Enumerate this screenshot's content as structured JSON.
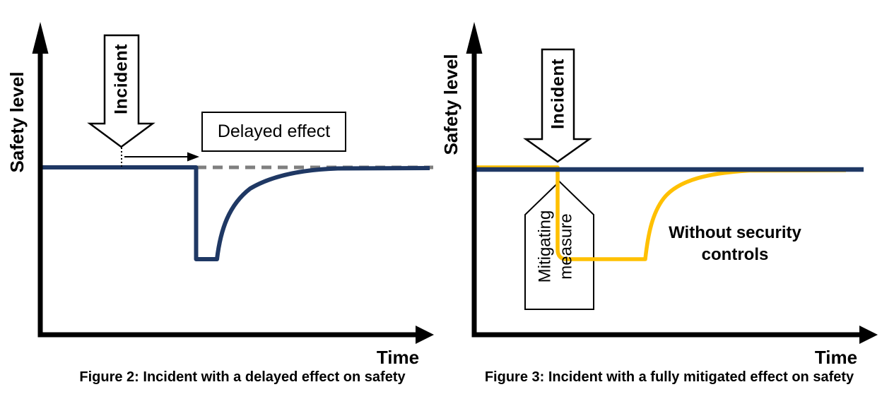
{
  "figures": {
    "fig2": {
      "y_axis_label": "Safety level",
      "x_axis_label": "Time",
      "incident_label": "Incident",
      "delayed_effect_label": "Delayed effect",
      "caption": "Figure 2: Incident with a delayed effect on safety"
    },
    "fig3": {
      "y_axis_label": "Safety level",
      "x_axis_label": "Time",
      "incident_label": "Incident",
      "mitigating_label": "Mitigating measure",
      "without_controls_label": "Without security controls",
      "caption": "Figure 3: Incident with a fully mitigated effect on safety"
    }
  },
  "colors": {
    "safety_line_navy": "#1f3864",
    "unmitigated_yellow": "#ffc000",
    "baseline_dash_gray": "#7f7f7f",
    "axis_black": "#000000"
  },
  "chart_data": [
    {
      "type": "line",
      "title": "Figure 2: Incident with a delayed effect on safety",
      "xlabel": "Time",
      "ylabel": "Safety level",
      "series": [
        {
          "name": "Safety level",
          "color": "#1f3864",
          "description": "Flat at baseline; after a delay following the incident, sharp vertical drop, short plateau at reduced level, then asymptotic recovery back to baseline"
        },
        {
          "name": "Original baseline (dashed)",
          "color": "#7f7f7f",
          "description": "Gray dashed reference line continuing at the pre-incident safety level after the drop"
        }
      ],
      "annotations": [
        "Incident",
        "Delayed effect"
      ]
    },
    {
      "type": "line",
      "title": "Figure 3: Incident with a fully mitigated effect on safety",
      "xlabel": "Time",
      "ylabel": "Safety level",
      "series": [
        {
          "name": "Safety level (with mitigating measure)",
          "color": "#1f3864",
          "description": "Remains flat at baseline for the whole time axis"
        },
        {
          "name": "Without security controls",
          "color": "#ffc000",
          "description": "Drops vertically at the incident, plateau at reduced level, then asymptotic recovery to baseline"
        }
      ],
      "annotations": [
        "Incident",
        "Mitigating measure",
        "Without security controls"
      ]
    }
  ]
}
